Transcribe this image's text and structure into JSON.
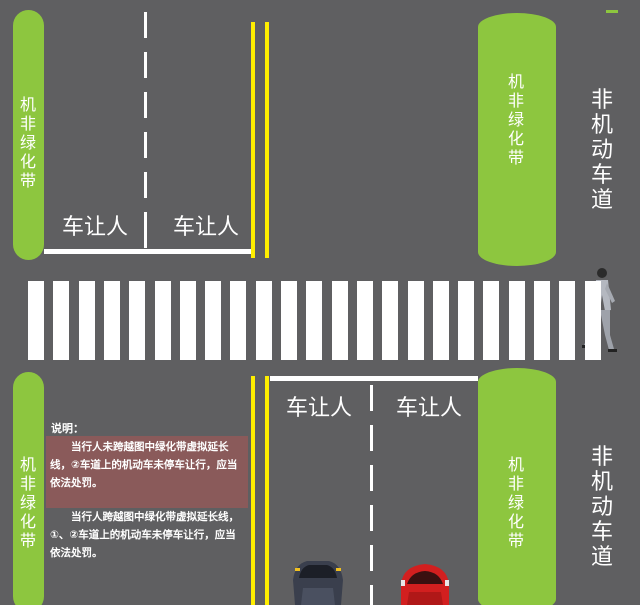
{
  "green_belt_label": "机非绿化带",
  "non_motor_lane_label": "非机动车道",
  "yield_label": "车让人",
  "note": {
    "title": "说明：",
    "item1": "当行人未跨越图中绿化带虚拟延长线，②车道上的机动车未停车让行，应当依法处罚。",
    "item2": "当行人跨越图中绿化带虚拟延长线，①、②车道上的机动车未停车让行，应当依法处罚。"
  },
  "colors": {
    "road": "#5f5f61",
    "green_belt": "#8dc63f",
    "center_line": "#ffee00",
    "note_highlight": "#8a5a5a"
  },
  "icons": [
    "pedestrian-icon",
    "dark-car-icon",
    "red-car-icon"
  ]
}
